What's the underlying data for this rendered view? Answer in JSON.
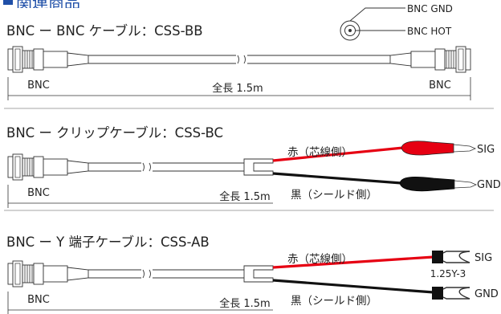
{
  "header": {
    "title": "関連商品",
    "accent": "#1f4fa8"
  },
  "colors": {
    "line": "#333333",
    "red": "#e60012",
    "black": "#111111",
    "text": "#222222"
  },
  "sections": {
    "bb": {
      "title": "BNC ー BNC ケーブル：CSS-BB",
      "legend_gnd": "BNC GND",
      "legend_hot": "BNC HOT",
      "left_label": "BNC",
      "right_label": "BNC",
      "length": "全長 1.5m"
    },
    "bc": {
      "title": "BNC ー クリップケーブル：CSS-BC",
      "red_label": "赤（芯線側）",
      "black_label": "黒（シールド側）",
      "sig": "SIG",
      "gnd": "GND",
      "left_label": "BNC",
      "length": "全長 1.5m"
    },
    "ab": {
      "title": "BNC ー Y 端子ケーブル：CSS-AB",
      "red_label": "赤（芯線側）",
      "black_label": "黒（シールド側）",
      "sig": "SIG",
      "gnd": "GND",
      "lug": "1.25Y-3",
      "left_label": "BNC",
      "length": "全長 1.5m"
    }
  }
}
